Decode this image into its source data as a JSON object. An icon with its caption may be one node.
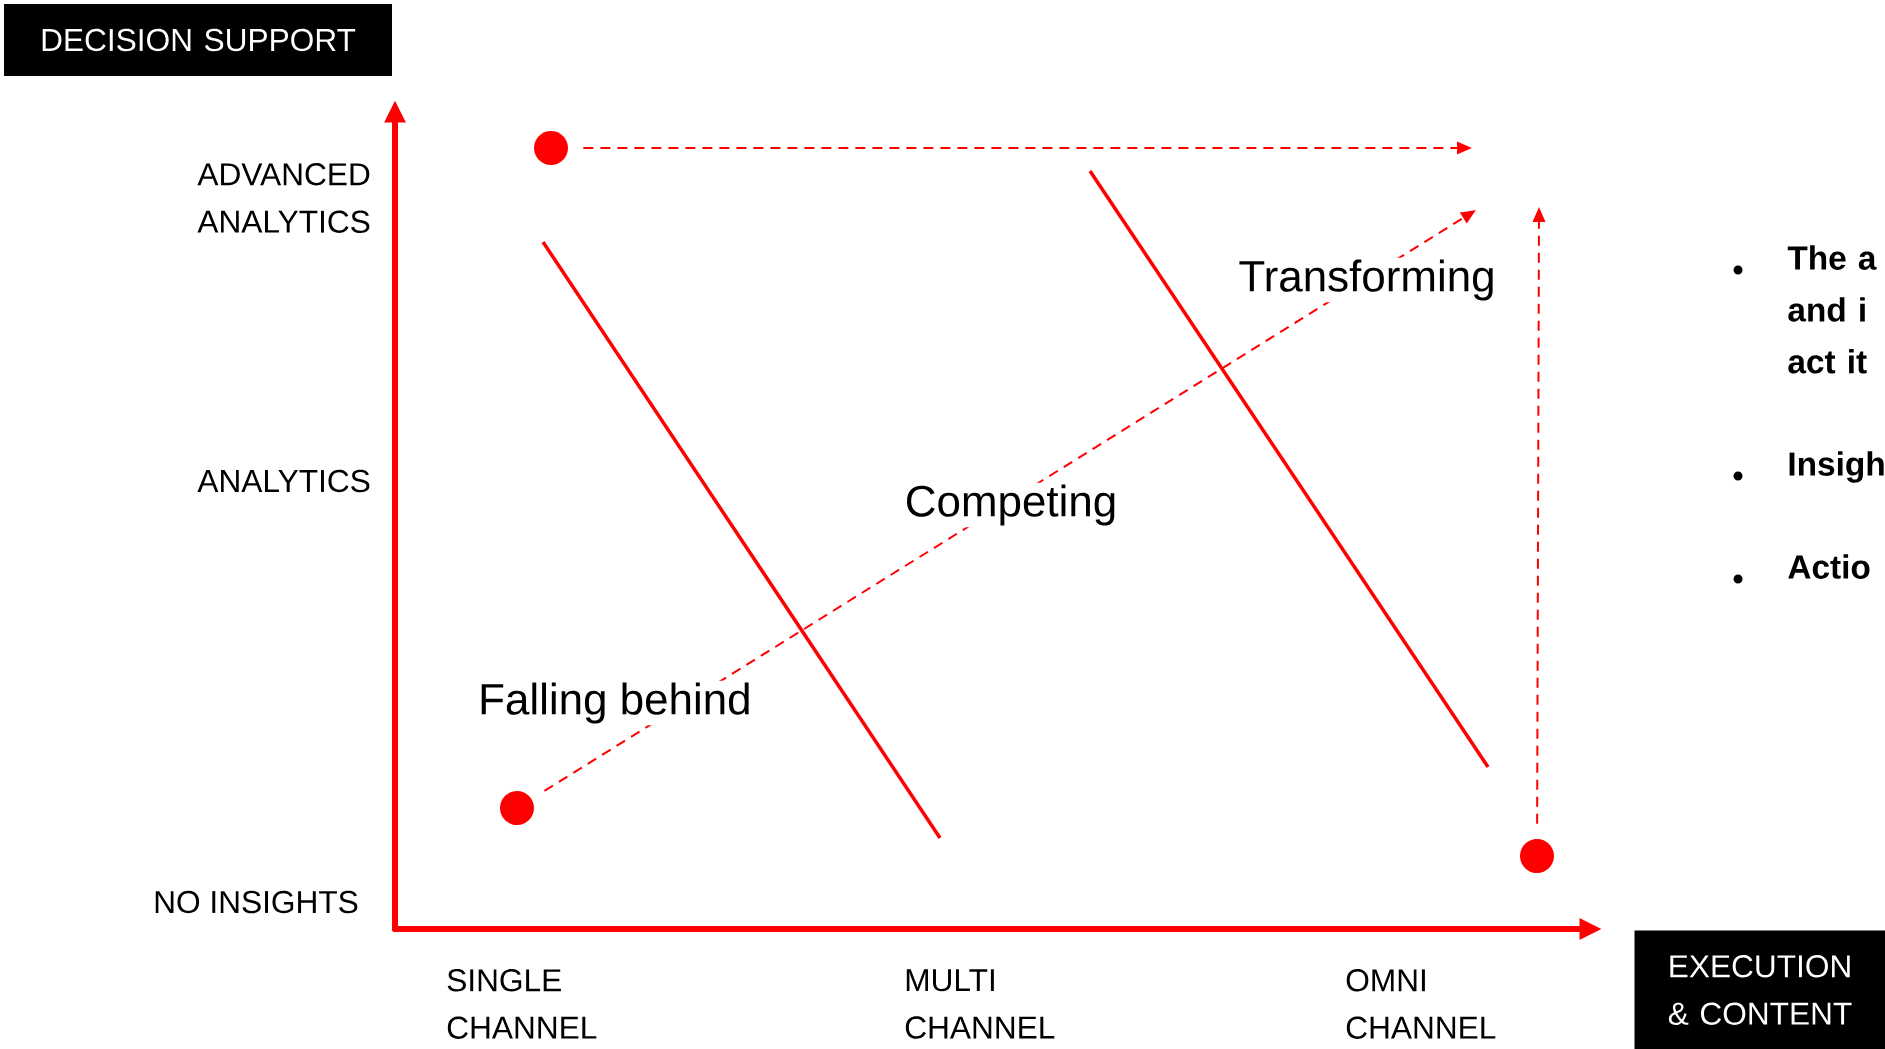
{
  "diagram": {
    "nodes": [
      {
        "text": [
          "DECISION SUPPORT"
        ]
      },
      {
        "text": [],
        "shape": "circle"
      },
      {
        "text": [],
        "shape": "circle"
      },
      {
        "text": [],
        "shape": "circle"
      },
      {
        "text": [
          "EXECUTION & CONTENT"
        ]
      }
    ],
    "edges": [
      {
        "from": 1,
        "to": null,
        "arrow": "to",
        "style": "dashed"
      },
      {
        "from": 2,
        "to": null,
        "arrow": "to",
        "style": "dashed"
      },
      {
        "from": 3,
        "to": null,
        "arrow": "to",
        "style": "dashed"
      }
    ],
    "labels": [
      "ADVANCED ANALYTICS",
      "ANALYTICS",
      "NO INSIGHTS",
      "SINGLE CHANNEL",
      "MULTI CHANNEL",
      "OMNI CHANNEL",
      "Falling behind",
      "Competing",
      "Transforming",
      "The a and i act it",
      "Insigh",
      "Actio"
    ]
  }
}
